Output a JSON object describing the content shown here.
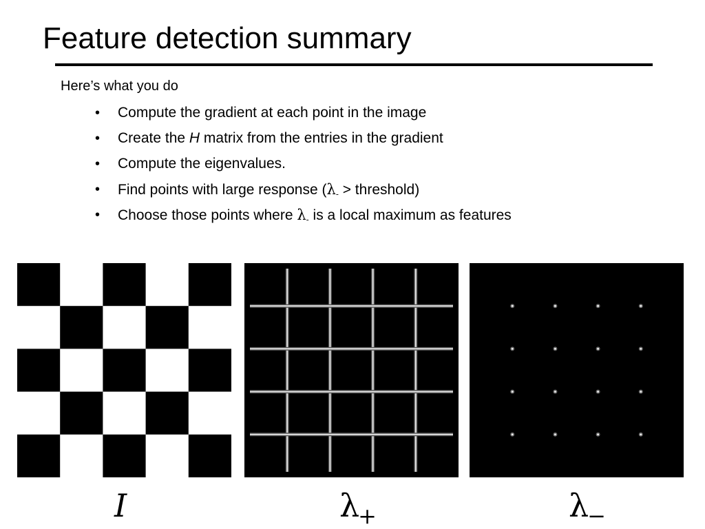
{
  "slide": {
    "title": "Feature detection summary",
    "intro": "Here’s what you do",
    "bullets": [
      {
        "text": "Compute the gradient at each point in the image"
      },
      {
        "before": "Create the ",
        "emph": "H",
        "after": " matrix from the entries in the gradient"
      },
      {
        "text": "Compute the eigenvalues."
      },
      {
        "before": "Find points with large response (",
        "symbol": "λ",
        "subscript": "-",
        "after": " > threshold)"
      },
      {
        "before": "Choose those points where ",
        "symbol": "λ",
        "subscript": "-",
        "after": " is a local maximum as features"
      }
    ],
    "bullet_marker": "•"
  },
  "panels": {
    "image": {
      "caption": "I",
      "checker_rows": 5,
      "checker_cols": 5,
      "top_left": "black"
    },
    "lambda_plus": {
      "caption_symbol": "λ",
      "caption_subscript": "+",
      "grid_lines_vertical": 4,
      "grid_lines_horizontal": 4
    },
    "lambda_minus": {
      "caption_symbol": "λ",
      "caption_subscript": "−",
      "dot_rows": 4,
      "dot_cols": 4
    }
  }
}
